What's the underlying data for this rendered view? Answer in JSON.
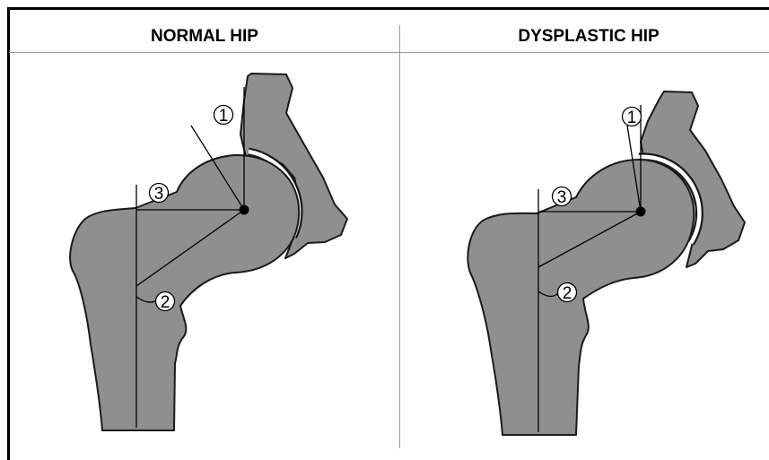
{
  "panels": {
    "normal": {
      "title": "NORMAL HIP",
      "markers": {
        "m1": "1",
        "m2": "2",
        "m3": "3"
      }
    },
    "dysplastic": {
      "title": "DYSPLASTIC HIP",
      "markers": {
        "m1": "1",
        "m2": "2",
        "m3": "3"
      }
    }
  },
  "colors": {
    "bone": "#8f8f8f",
    "outline": "#1a1a1a",
    "frame": "#000000",
    "divider": "#999999",
    "background": "#ffffff"
  }
}
